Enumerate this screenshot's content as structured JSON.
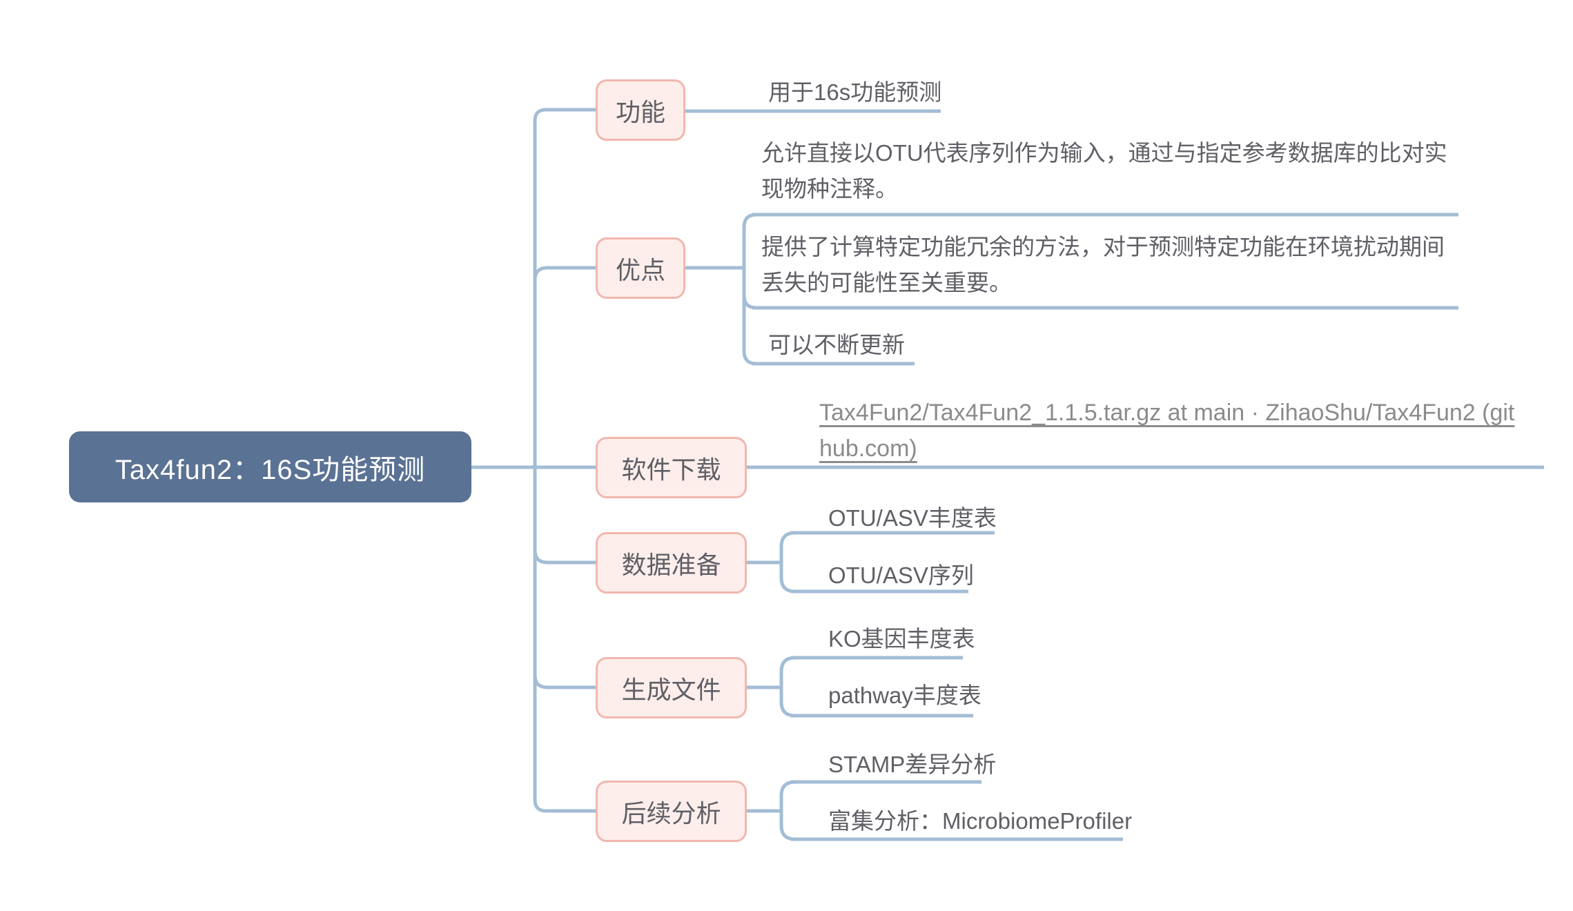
{
  "root": {
    "label": "Tax4fun2：16S功能预测"
  },
  "branches": [
    {
      "label": "功能",
      "children": [
        {
          "text": "用于16s功能预测"
        }
      ]
    },
    {
      "label": "优点",
      "children": [
        {
          "text": "允许直接以OTU代表序列作为输入，通过与指定参考数据库的比对实现物种注释。"
        },
        {
          "text": "提供了计算特定功能冗余的方法，对于预测特定功能在环境扰动期间丢失的可能性至关重要。"
        },
        {
          "text": "可以不断更新"
        }
      ]
    },
    {
      "label": "软件下载",
      "children": [
        {
          "text": "Tax4Fun2/Tax4Fun2_1.1.5.tar.gz at main · ZihaoShu/Tax4Fun2 (github.com)",
          "is_link": true
        }
      ]
    },
    {
      "label": "数据准备",
      "children": [
        {
          "text": "OTU/ASV丰度表"
        },
        {
          "text": "OTU/ASV序列"
        }
      ]
    },
    {
      "label": "生成文件",
      "children": [
        {
          "text": "KO基因丰度表"
        },
        {
          "text": "pathway丰度表"
        }
      ]
    },
    {
      "label": "后续分析",
      "children": [
        {
          "text": "STAMP差异分析"
        },
        {
          "text": "富集分析：MicrobiomeProfiler"
        }
      ]
    }
  ],
  "colors": {
    "connector_line": "#a3bdd5",
    "root_fill": "#5a7294",
    "root_text": "#ffffff",
    "branch_fill": "#fdeeeb",
    "branch_border": "#f1b7ae",
    "topic_text": "#5f5f66",
    "link_text": "#8b8b8b",
    "background": "#ffffff"
  }
}
